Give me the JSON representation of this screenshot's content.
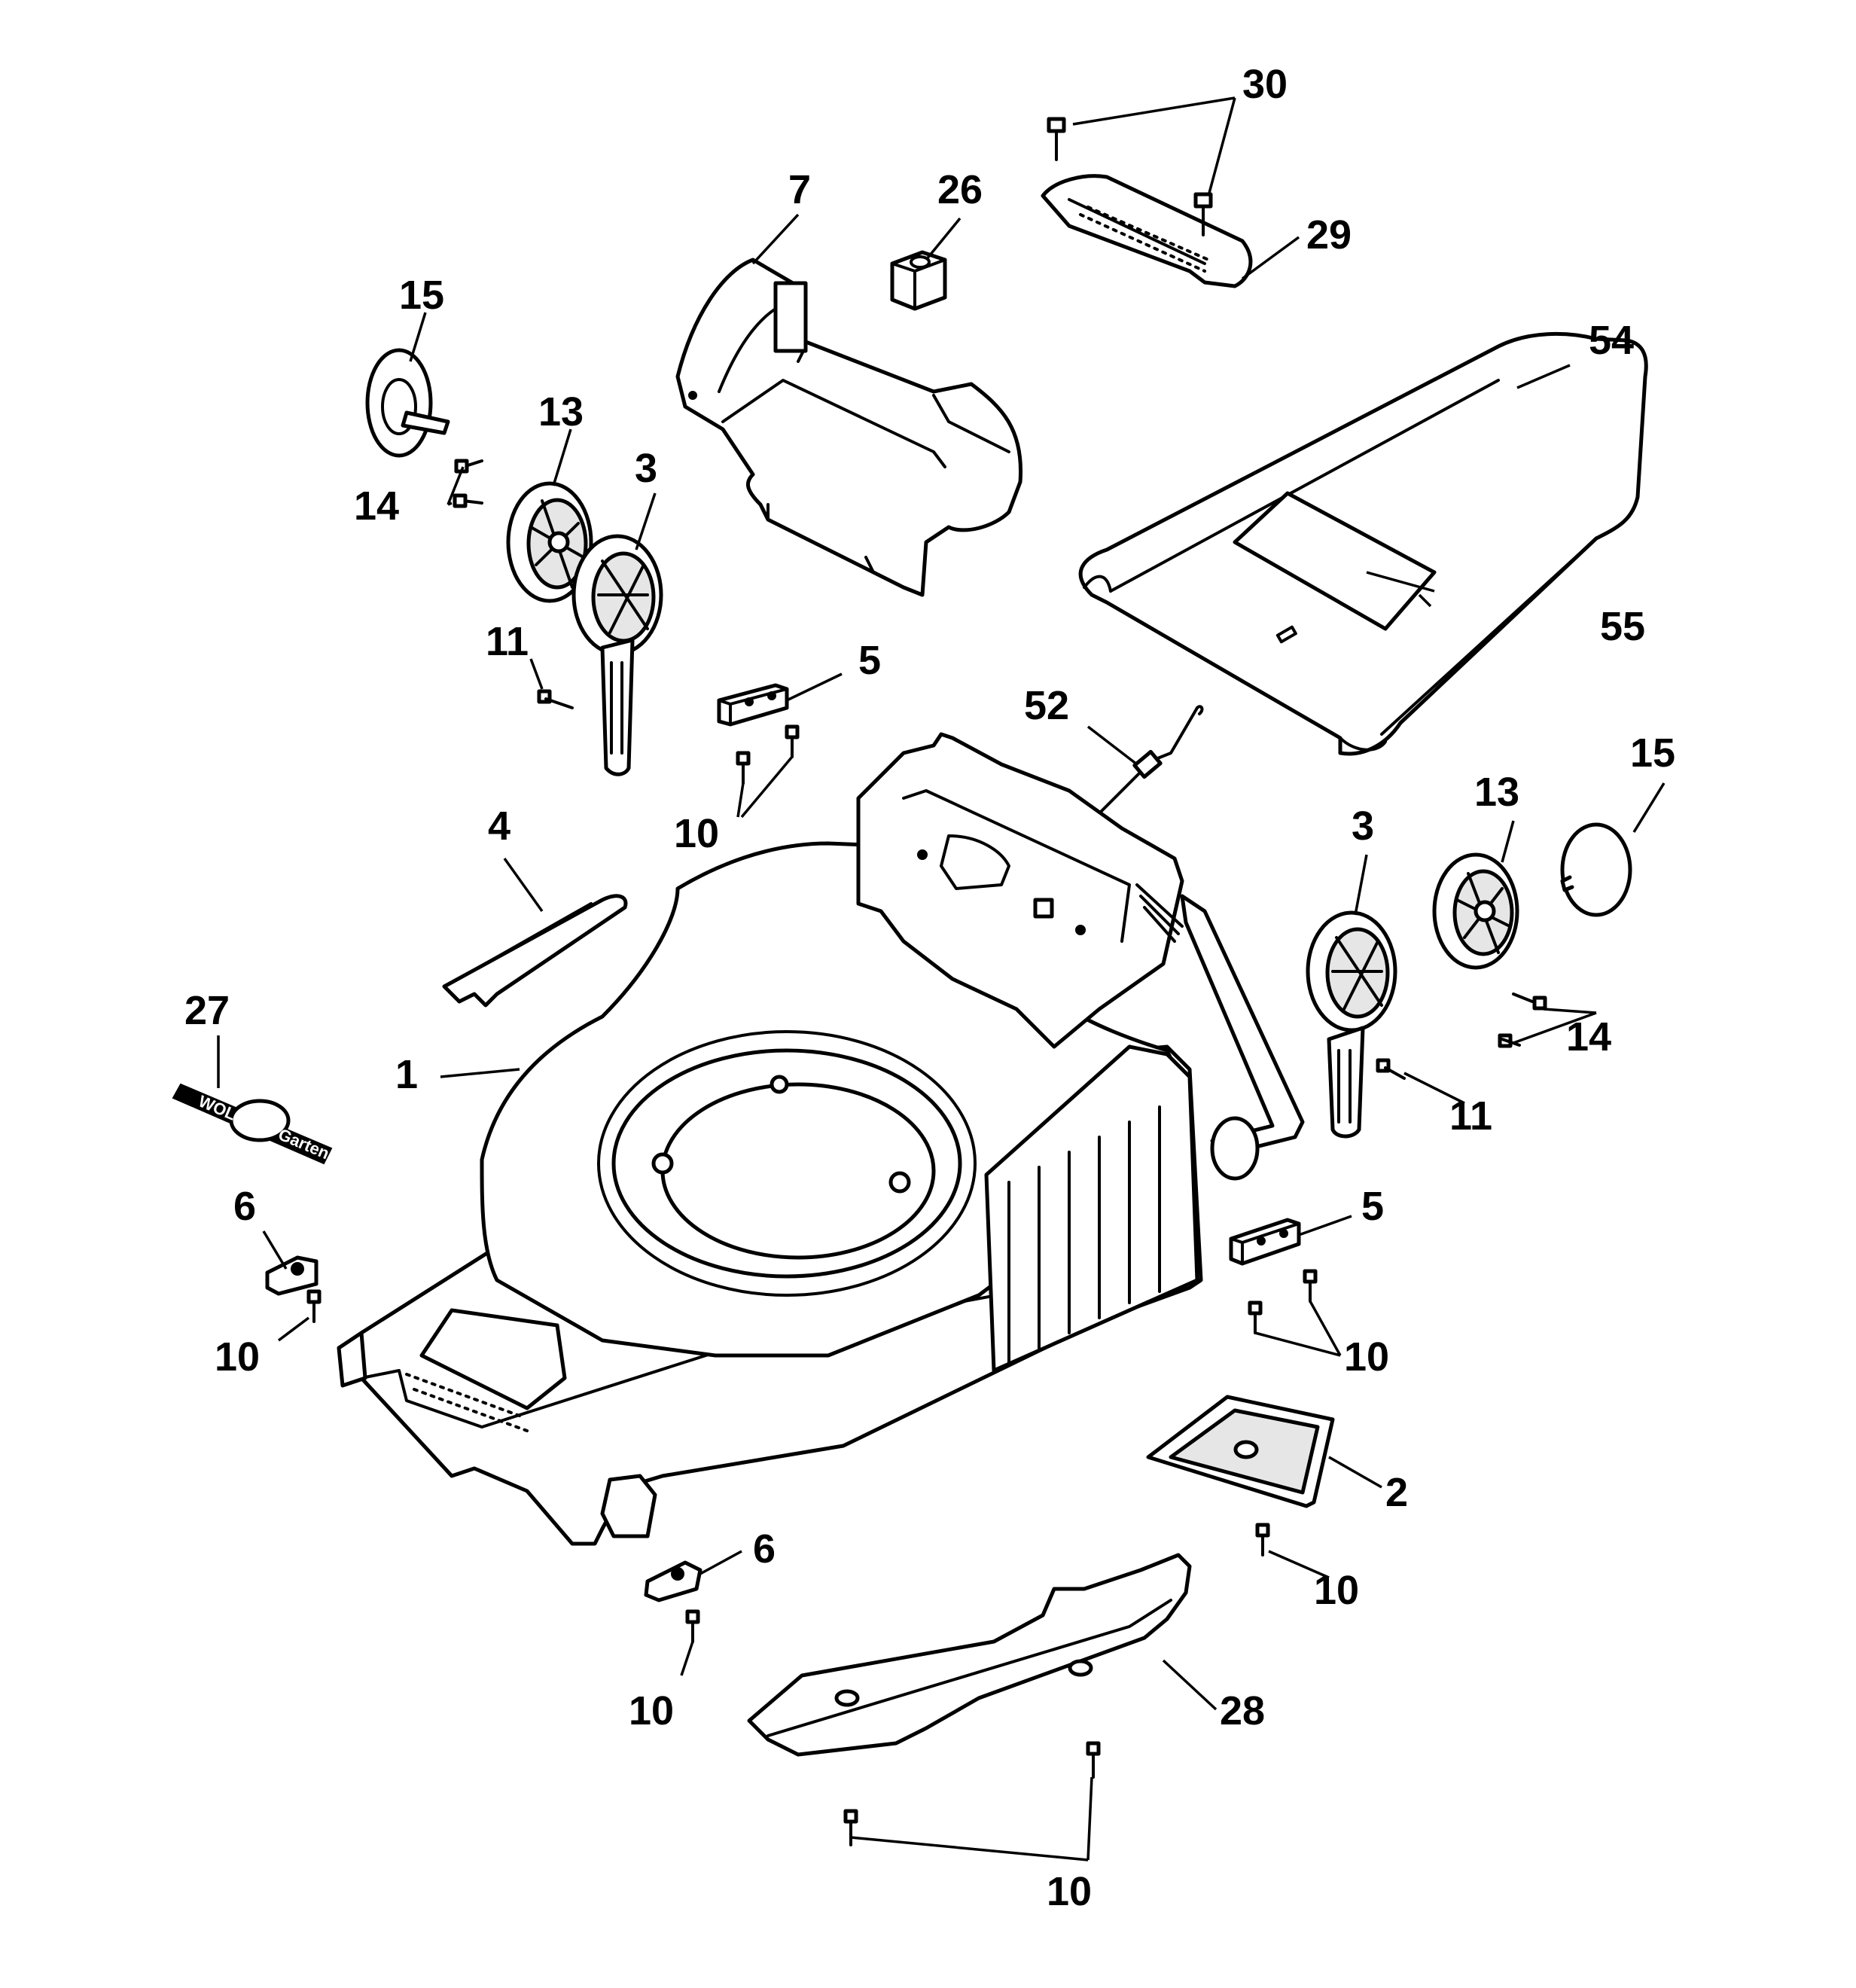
{
  "callouts": {
    "c30": "30",
    "c7": "7",
    "c26": "26",
    "c29": "29",
    "c15a": "15",
    "c54": "54",
    "c13a": "13",
    "c14a": "14",
    "c3a": "3",
    "c55": "55",
    "c11a": "11",
    "c5a": "5",
    "c52": "52",
    "c15b": "15",
    "c13b": "13",
    "c10a": "10",
    "c4": "4",
    "c3b": "3",
    "c14b": "14",
    "c27": "27",
    "c1": "1",
    "c11b": "11",
    "c6a": "6",
    "c5b": "5",
    "c10b": "10",
    "c10c": "10",
    "c2": "2",
    "c6b": "6",
    "c10d": "10",
    "c10e": "10",
    "c28": "28",
    "c10f": "10"
  },
  "logo": {
    "left": "WOLF",
    "right": "Garten"
  },
  "colors": {
    "line": "#000000",
    "fill": "#ffffff",
    "shade": "#e6e6e6"
  }
}
